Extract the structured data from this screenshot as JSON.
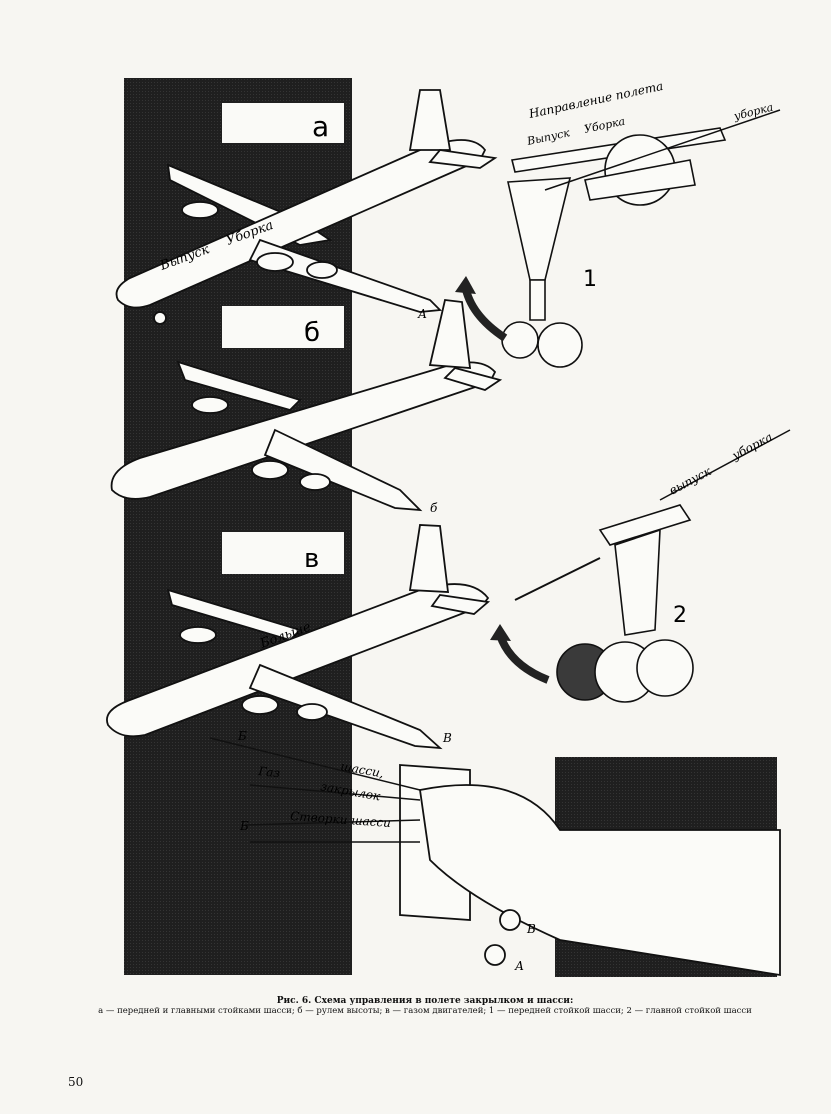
{
  "figure": {
    "panel_labels": [
      "а",
      "б",
      "в"
    ],
    "gear_labels": [
      "1",
      "2"
    ],
    "plane_a": {
      "label_release": "Выпуск",
      "label_retract": "Уборка",
      "cable_letter": "А"
    },
    "plane_b": {
      "cable_letter": "б"
    },
    "plane_v": {
      "label_more": "Больше",
      "cable_letter": "В"
    },
    "gear1": {
      "direction": "Направление полета",
      "release": "Выпуск",
      "retract": "Уборка",
      "retract_end": "уборка"
    },
    "gear2": {
      "release": "выпуск",
      "retract": "уборка"
    },
    "handle": {
      "cable_b_top": "Б",
      "cable_b_bottom": "Б",
      "gas": "Газ",
      "gear_flap_1": "шасси,",
      "gear_flap_2": "закрылок",
      "gear_doors": "Створки шасси",
      "ring_b": "В",
      "ring_a": "А"
    }
  },
  "caption": {
    "title": "Рис. 6. Схема управления в полете закрылком и шасси:",
    "text": "а — передней и главными стойками шасси; б — рулем высоты; в — газом двигателей; 1 — передней стойкой шасси; 2 — главной стойкой шасси"
  },
  "page_number": "50"
}
